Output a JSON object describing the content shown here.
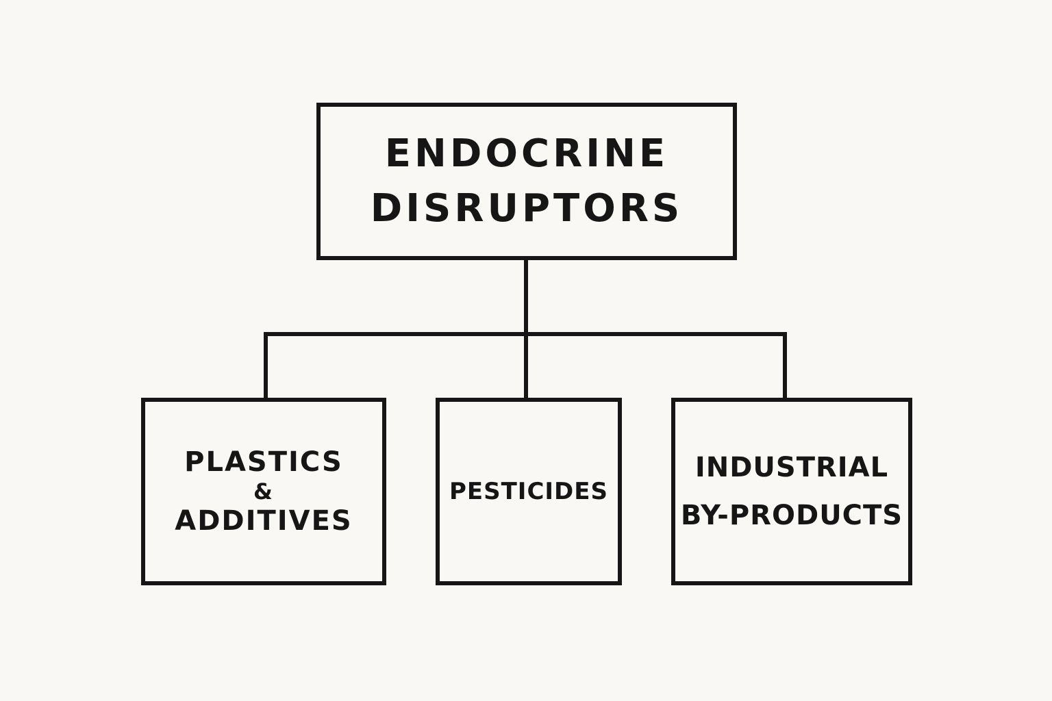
{
  "root": {
    "lines": [
      "ENDOCRINE",
      "DISRUPTORS"
    ]
  },
  "children": [
    {
      "lines": [
        "PLASTICS",
        "&",
        "ADDITIVES"
      ]
    },
    {
      "lines": [
        "PESTICIDES"
      ]
    },
    {
      "lines": [
        "INDUSTRIAL",
        "BY-PRODUCTS"
      ]
    }
  ],
  "colors": {
    "background": "#f9f8f4",
    "stroke": "#161616",
    "text": "#161616"
  }
}
